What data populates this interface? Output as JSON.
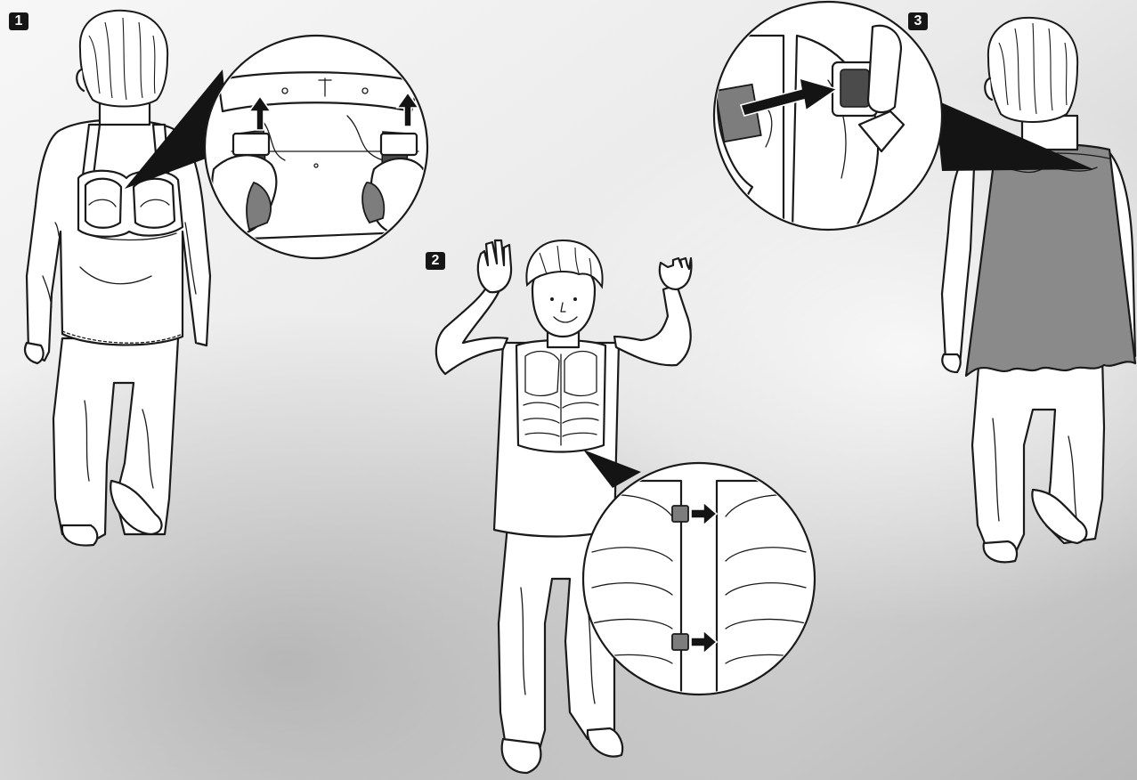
{
  "steps": [
    {
      "number": "1"
    },
    {
      "number": "2"
    },
    {
      "number": "3"
    }
  ],
  "colors": {
    "badge": "#161616",
    "cape": "#8a8a8a",
    "background_light": "#f2f2f2",
    "background_shadow": "#bdbdbd",
    "outline": "#1a1a1a"
  },
  "icons": [
    "arrow-up-icon",
    "arrow-right-icon",
    "magnifier-callout"
  ]
}
